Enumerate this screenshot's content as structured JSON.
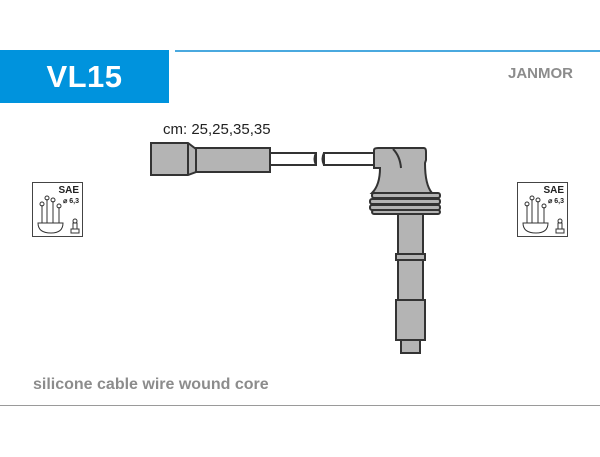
{
  "header": {
    "code": "VL15",
    "brand": "JANMOR"
  },
  "diagram": {
    "lengths_label": "cm: 25,25,35,35"
  },
  "sae_icons": [
    {
      "label": "SAE",
      "diameter": "⌀ 6,3"
    },
    {
      "label": "SAE",
      "diameter": "⌀ 6,3"
    }
  ],
  "footer": {
    "caption": "silicone cable wire wound core"
  },
  "colors": {
    "accent": "#0093dd",
    "part_fill": "#b4b4b4"
  }
}
